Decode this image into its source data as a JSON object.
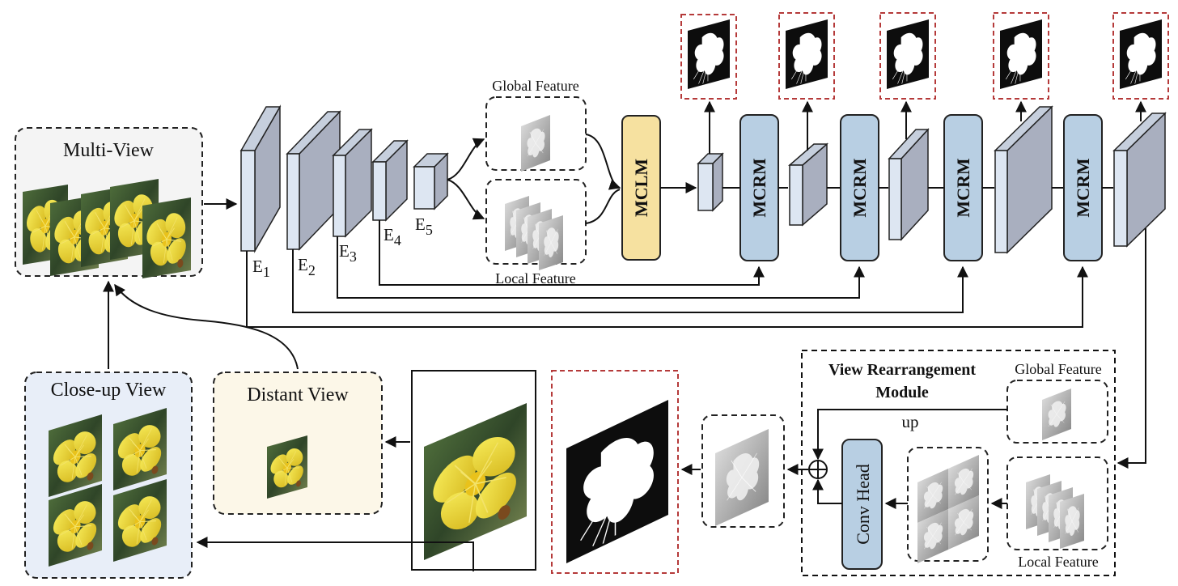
{
  "labels": {
    "multi_view": "Multi-View",
    "close_up_view": "Close-up View",
    "distant_view": "Distant View",
    "global_feature": "Global Feature",
    "local_feature": "Local Feature",
    "mclm": "MCLM",
    "mcrm": "MCRM",
    "vrm_line1": "View Rearrangement",
    "vrm_line2": "Module",
    "vrm_global_feature": "Global Feature",
    "vrm_local_feature": "Local Feature",
    "up": "up",
    "conv_head": "Conv Head"
  },
  "encoders": [
    "E",
    "E",
    "E",
    "E",
    "E"
  ],
  "encoder_subscripts": [
    "1",
    "2",
    "3",
    "4",
    "5"
  ],
  "colors": {
    "cube_front": "#dde6f2",
    "cube_side": "#a9afbf",
    "cube_top": "#c6cfdd",
    "mcrm_fill": "#b8cfe3",
    "mclm_fill": "#f6e1a0",
    "multi_view_bg": "#f4f4f4",
    "close_up_bg": "#e8eef8",
    "distant_bg": "#fcf7e8",
    "red_dash": "#b53a3a"
  },
  "icons": {
    "flower_photo": "flower-photo-icon",
    "saliency_mask": "mask-icon",
    "feature_map": "feature-map-icon",
    "sum": "circle-plus-icon"
  }
}
